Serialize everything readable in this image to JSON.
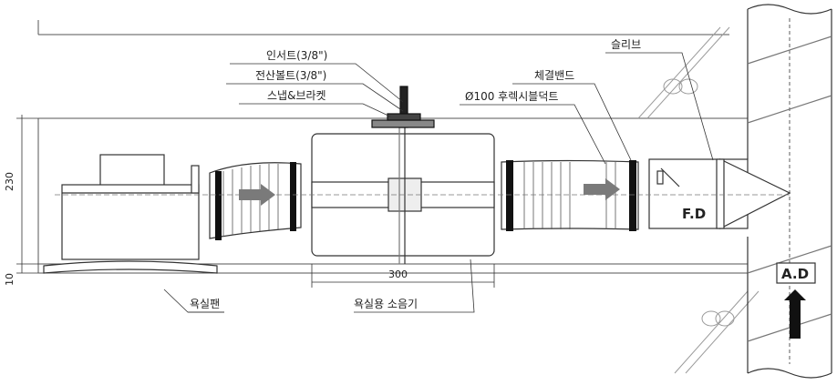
{
  "labels": {
    "insert": "인서트(3/8\")",
    "full_bolt": "전산볼트(3/8\")",
    "snap_bracket": "스냅&브라켓",
    "clamp_band": "체결밴드",
    "sleeve": "슬리브",
    "flexible_duct": "Ø100 후렉시블덕트",
    "bath_fan": "욕실팬",
    "silencer": "욕실용 소음기",
    "fire_damper": "F.D",
    "air_duct": "A.D"
  },
  "dimensions": {
    "height_main": "230",
    "height_small": "10",
    "silencer_width": "300"
  },
  "colors": {
    "line": "#333333",
    "arrow": "#7a7a7a",
    "hatch": "#9a9a9a",
    "band": "#111111"
  }
}
